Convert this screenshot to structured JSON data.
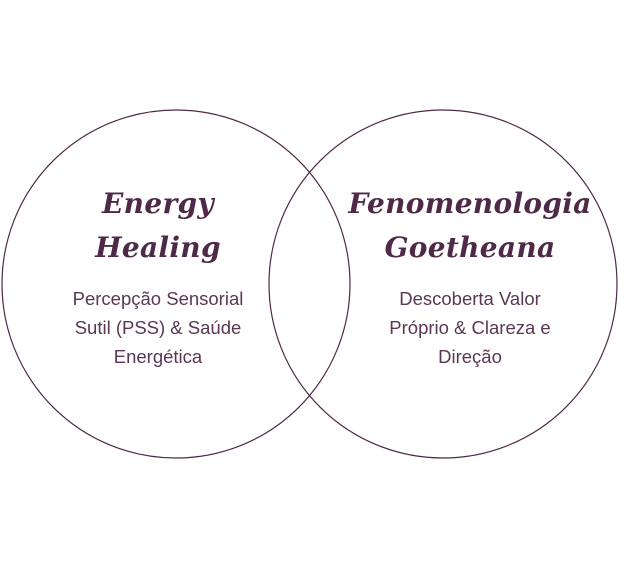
{
  "colors": {
    "primary": "#4e2a48",
    "text_secondary": "#5a3754",
    "background": "#ffffff"
  },
  "circles": [
    {
      "title_lines": [
        "Energy",
        "Healing"
      ],
      "description_lines": [
        "Percepção Sensorial",
        "Sutil (PSS) & Saúde",
        "Energética"
      ]
    },
    {
      "title_lines": [
        "Fenomenologia",
        "Goetheana"
      ],
      "description_lines": [
        "Descoberta Valor",
        "Próprio & Clareza e",
        "Direção"
      ]
    }
  ]
}
